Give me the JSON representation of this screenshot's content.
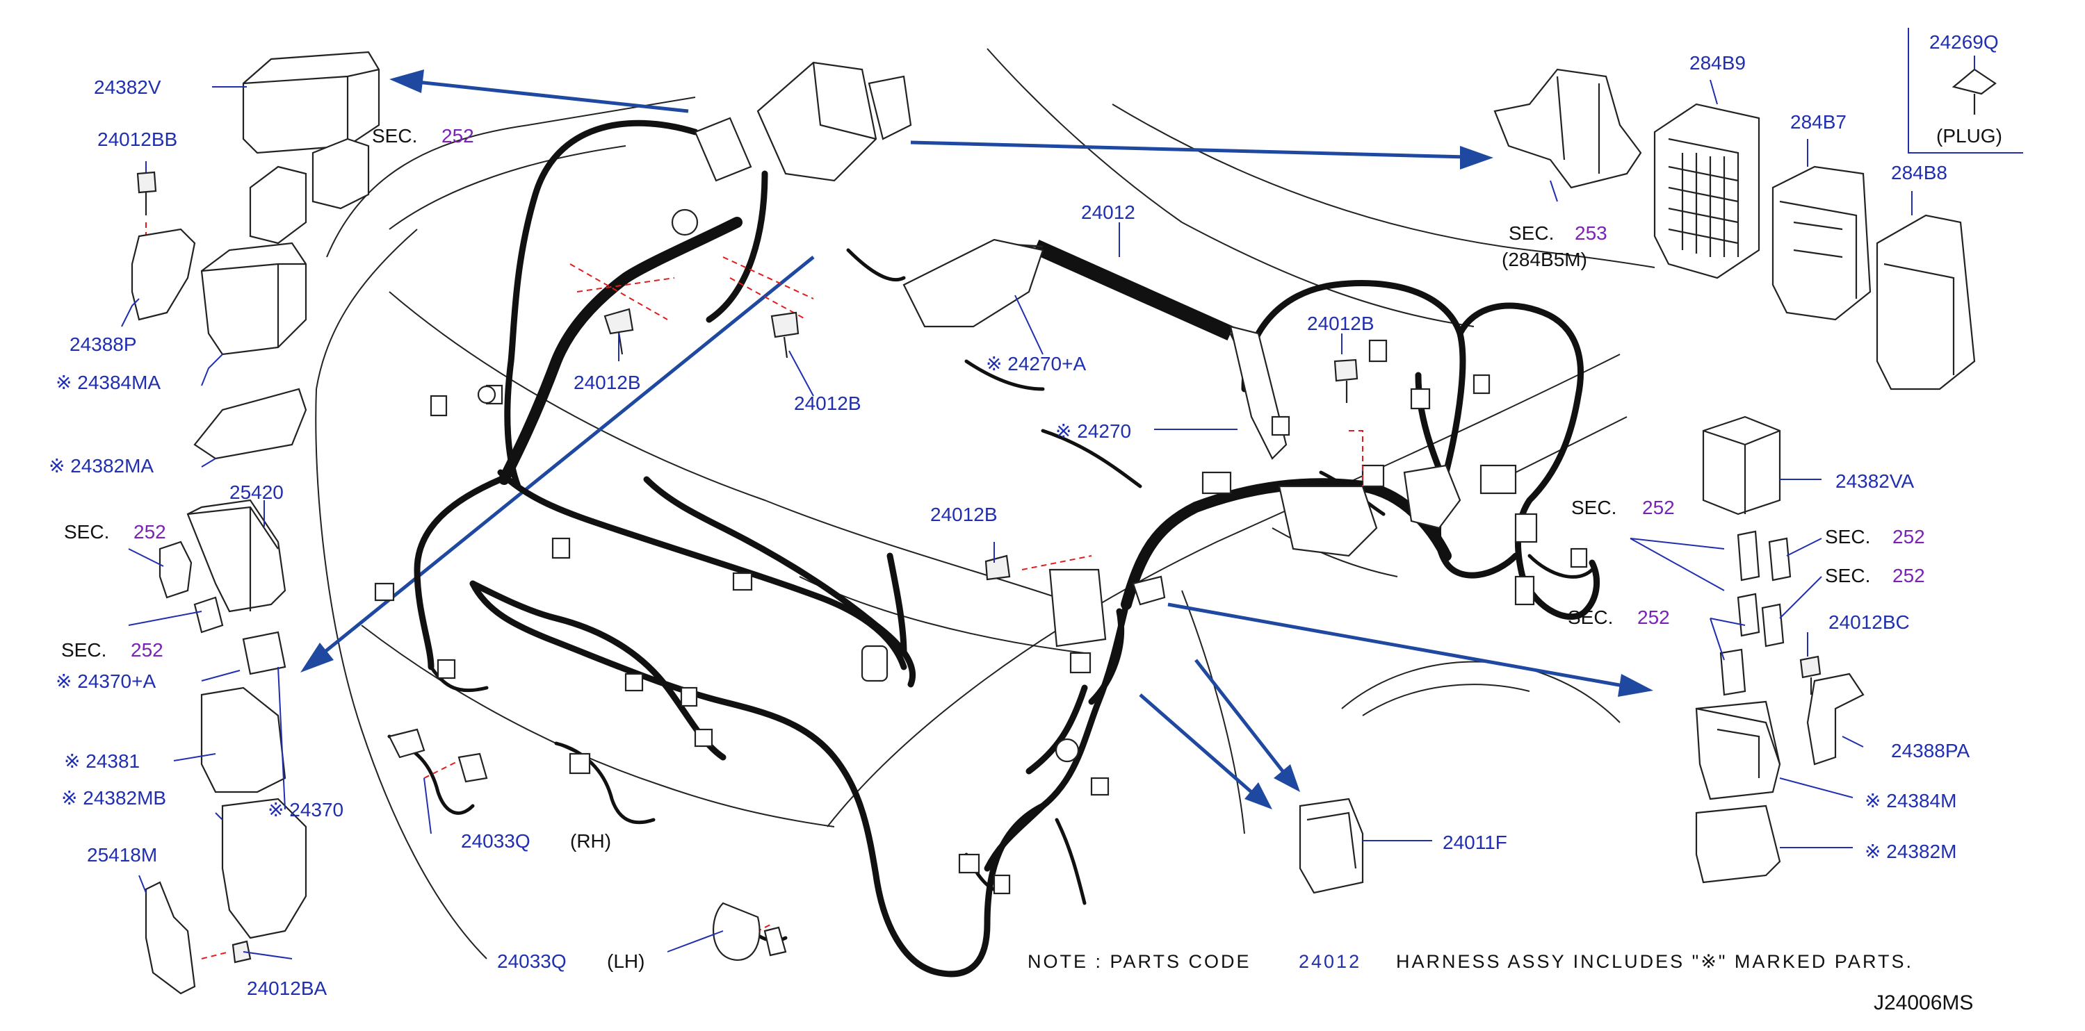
{
  "diagram_code": "J24006MS",
  "note": {
    "lead": "NOTE : PARTS CODE",
    "code": "24012",
    "tail": "HARNESS ASSY INCLUDES \"※\" MARKED PARTS."
  },
  "colors": {
    "part_label": "#1f2fb0",
    "section_ref": "#7a22b8",
    "arrow": "#1f48a0",
    "dash": "#e01d1d"
  },
  "labels": {
    "p_24382V": "24382V",
    "p_24012BB": "24012BB",
    "p_24388P": "24388P",
    "p_24384MA": "※ 24384MA",
    "p_24382MA": "※ 24382MA",
    "p_25420": "25420",
    "p_24370A": "※ 24370+A",
    "p_24381": "※ 24381",
    "p_24382MB": "※ 24382MB",
    "p_24370": "※ 24370",
    "p_25418M": "25418M",
    "p_24012BA": "24012BA",
    "p_24033Q_rh": "24033Q",
    "rh": "(RH)",
    "p_24033Q_lh": "24033Q",
    "lh": "(LH)",
    "p_24012B_a": "24012B",
    "p_24012B_b": "24012B",
    "p_24012": "24012",
    "p_24270A": "※ 24270+A",
    "p_24270": "※ 24270",
    "p_24012B_c": "24012B",
    "p_24012B_d": "24012B",
    "p_24011F": "24011F",
    "p_284B9": "284B9",
    "p_284B7": "284B7",
    "p_284B8": "284B8",
    "p_24269Q": "24269Q",
    "plug": "(PLUG)",
    "p_284B5M": "(284B5M)",
    "p_24382VA": "24382VA",
    "p_24012BC": "24012BC",
    "p_24388PA": "24388PA",
    "p_24384M": "※ 24384M",
    "p_24382M": "※ 24382M"
  },
  "sections": {
    "word": "SEC.",
    "s1": "252",
    "s2": "252",
    "s3": "252",
    "s4": "253",
    "s5": "252",
    "s6": "252",
    "s7": "252",
    "s8": "252"
  }
}
